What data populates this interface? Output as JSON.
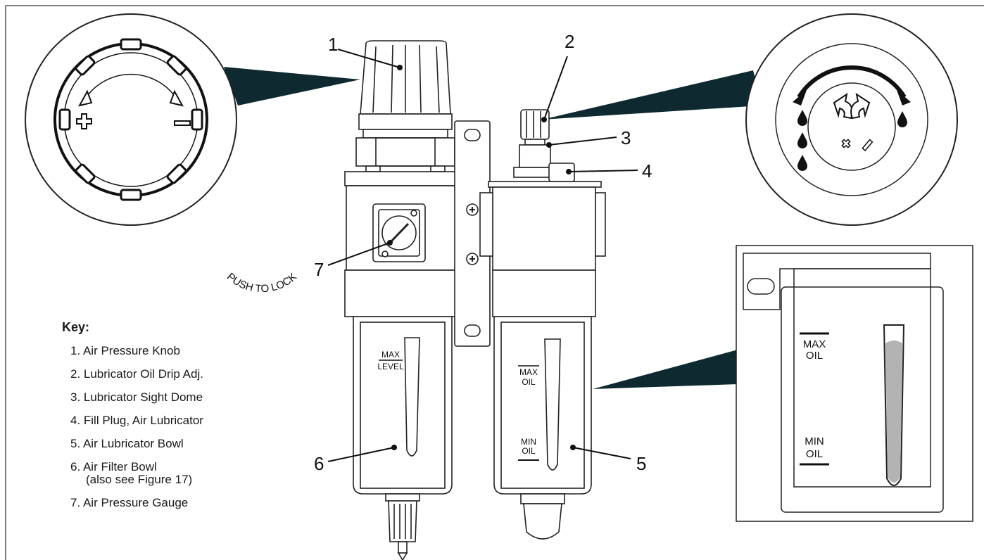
{
  "figure": {
    "callouts": [
      "1",
      "2",
      "3",
      "4",
      "5",
      "6",
      "7"
    ],
    "knob_text": "PUSH TO LOCK",
    "max_level": [
      "MAX",
      "LEVEL"
    ],
    "max_oil": [
      "MAX",
      "OIL"
    ],
    "min_oil": [
      "MIN",
      "OIL"
    ],
    "inset_max_oil": [
      "MAX",
      "OIL"
    ],
    "inset_min_oil": [
      "MIN",
      "OIL"
    ]
  },
  "key": {
    "title": "Key:",
    "items": [
      {
        "text": "1. Air Pressure Knob"
      },
      {
        "text": "2. Lubricator Oil Drip Adj."
      },
      {
        "text": "3. Lubricator Sight Dome"
      },
      {
        "text": "4. Fill Plug, Air Lubricator"
      },
      {
        "text": "5. Air Lubricator Bowl"
      },
      {
        "text": "6. Air Filter Bowl",
        "note": "(also see Figure 17)"
      },
      {
        "text": "7. Air Pressure Gauge"
      }
    ]
  }
}
